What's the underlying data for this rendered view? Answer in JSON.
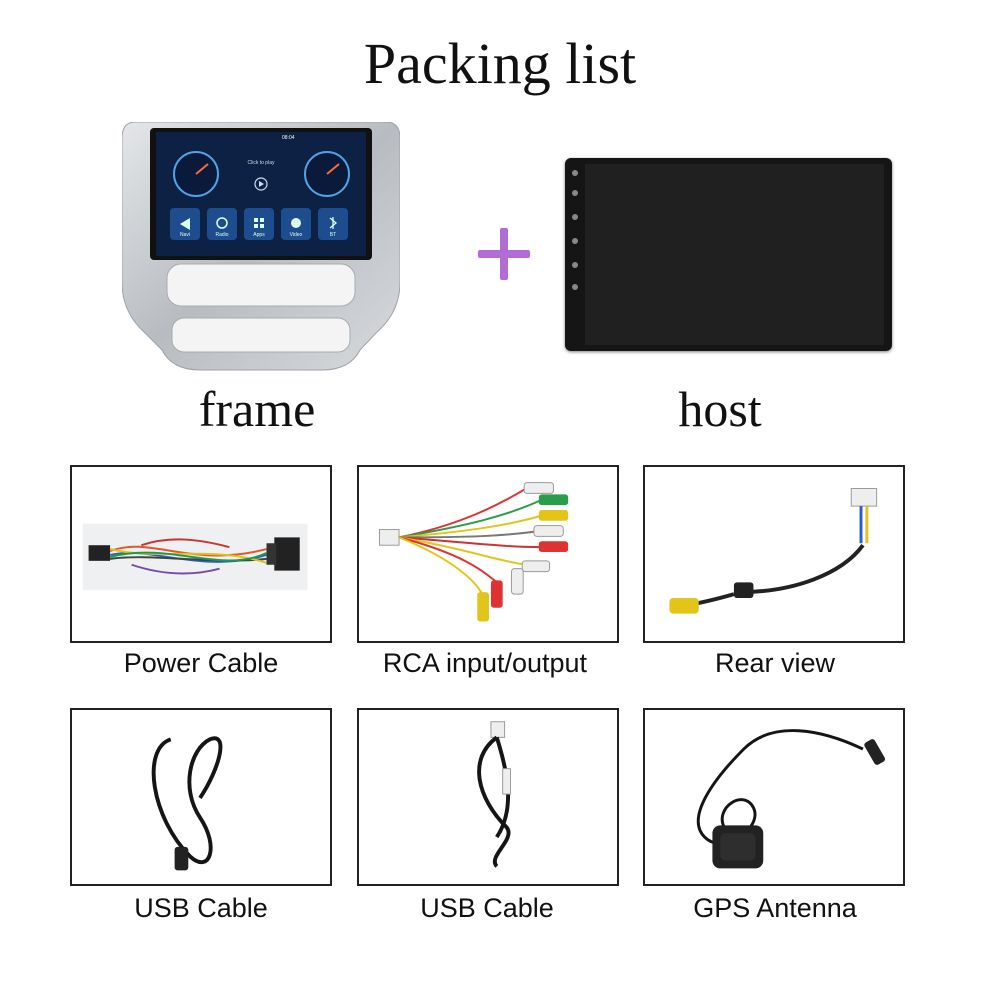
{
  "title": "Packing list",
  "top_items": {
    "frame": "frame",
    "host": "host"
  },
  "frame_screen": {
    "time": "08:04",
    "media_text": "Click to play",
    "apps": [
      "Navi",
      "Radio",
      "Apps",
      "Video",
      "BT"
    ]
  },
  "accessories": [
    {
      "label": "Power Cable",
      "icon": "power-cable-icon"
    },
    {
      "label": "RCA input/output",
      "icon": "rca-cable-icon"
    },
    {
      "label": "Rear view",
      "icon": "rear-view-cable-icon"
    },
    {
      "label": "USB Cable",
      "icon": "usb-cable-icon"
    },
    {
      "label": "USB Cable",
      "icon": "usb-cable-icon"
    },
    {
      "label": "GPS Antenna",
      "icon": "gps-antenna-icon"
    }
  ],
  "colors": {
    "plus": "#b36bd6",
    "frame_silver": "#c9ccd0",
    "screen_bg": "#0d2145"
  }
}
